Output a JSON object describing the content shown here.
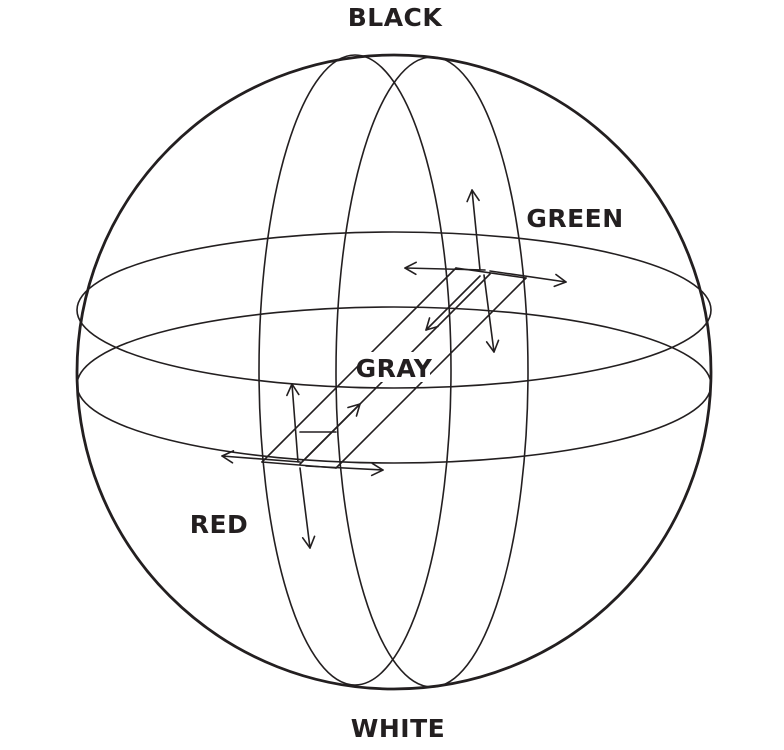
{
  "labels": {
    "top": "BLACK",
    "bottom": "WHITE",
    "green": "GREEN",
    "red": "RED",
    "center": "GRAY"
  }
}
